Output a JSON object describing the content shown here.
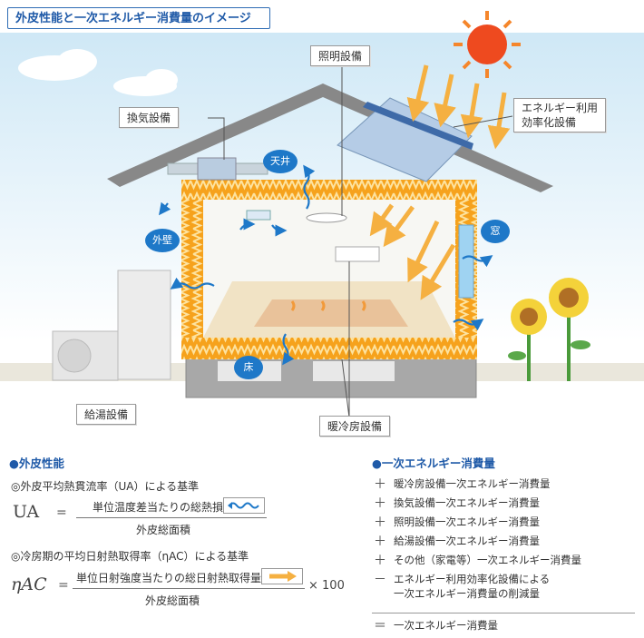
{
  "title": "外皮性能と一次エネルギー消費量のイメージ",
  "labels": {
    "lighting": "照明設備",
    "ventilation": "換気設備",
    "efficiency_line1": "エネルギー利用",
    "efficiency_line2": "効率化設備",
    "water_heating": "給湯設備",
    "heating_cooling": "暖冷房設備"
  },
  "bubbles": {
    "ceiling": "天井",
    "wall": "外壁",
    "window": "窓",
    "floor": "床"
  },
  "envelope": {
    "heading": "外皮性能",
    "ua_caption": "◎外皮平均熱貫流率（UA）による基準",
    "ua_symbol": "UA",
    "ua_equals": "=",
    "ua_numerator": "単位温度差当たりの総熱損失量",
    "ua_denominator": "外皮総面積",
    "eta_caption": "◎冷房期の平均日射熱取得率（ηAC）による基準",
    "eta_symbol": "ηAC",
    "eta_equals": "=",
    "eta_numerator": "単位日射強度当たりの総日射熱取得量",
    "eta_denominator": "外皮総面積",
    "eta_multiplier": "× 100"
  },
  "energy": {
    "heading": "一次エネルギー消費量",
    "items": [
      {
        "sign": "＋",
        "text": "暖冷房設備一次エネルギー消費量"
      },
      {
        "sign": "＋",
        "text": "換気設備一次エネルギー消費量"
      },
      {
        "sign": "＋",
        "text": "照明設備一次エネルギー消費量"
      },
      {
        "sign": "＋",
        "text": "給湯設備一次エネルギー消費量"
      },
      {
        "sign": "＋",
        "text": "その他（家電等）一次エネルギー消費量"
      },
      {
        "sign": "－",
        "text": "エネルギー利用効率化設備による",
        "text2": "一次エネルギー消費量の削減量"
      }
    ],
    "total_sign": "＝",
    "total_text": "一次エネルギー消費量"
  },
  "colors": {
    "accent_blue": "#1f5aa8",
    "bubble_blue": "#1e78c8",
    "insulation": "#f6a21c",
    "heat_arrow": "#f5b041",
    "sun": "#ee4a1f"
  }
}
